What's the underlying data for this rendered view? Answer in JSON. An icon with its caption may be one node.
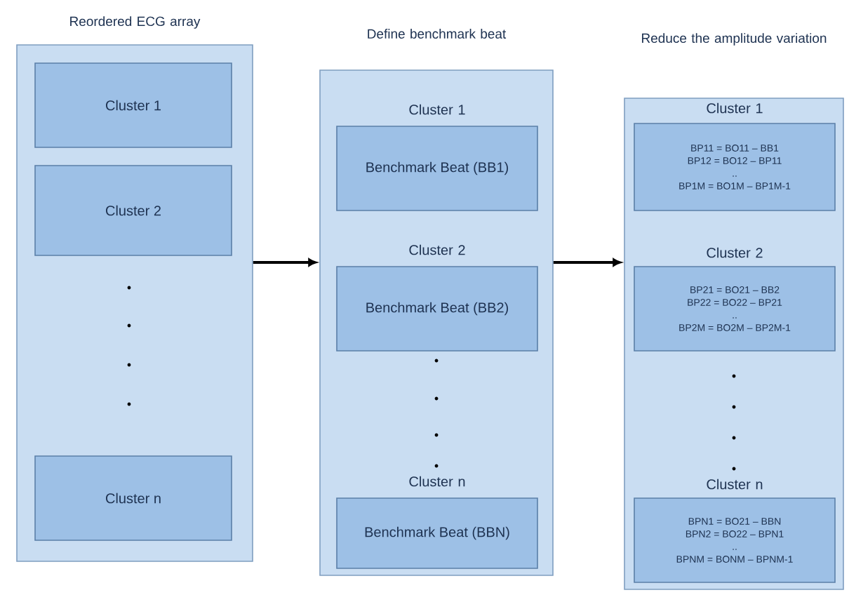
{
  "diagram": {
    "nodes": [
      {
        "text": [
          "Reordered ECG array"
        ]
      },
      {
        "text": [
          "Cluster 1"
        ],
        "in": 0
      },
      {
        "text": [
          "Cluster 2"
        ],
        "in": 0
      },
      {
        "text": [
          "Cluster n"
        ],
        "in": 0
      },
      {
        "text": [
          "Define benchmark beat"
        ]
      },
      {
        "text": [
          "Cluster 1",
          "Benchmark Beat (BB1)"
        ],
        "in": 4
      },
      {
        "text": [
          "Cluster 2",
          "Benchmark Beat (BB2)"
        ],
        "in": 4
      },
      {
        "text": [
          "Cluster n",
          "Benchmark Beat (BBN)"
        ],
        "in": 4
      },
      {
        "text": [
          "Reduce the amplitude variation"
        ]
      },
      {
        "text": [
          "Cluster 1",
          "BP11 = BO11 – BB1",
          "BP12 = BO12 – BP11",
          "..",
          "BP1M = BO1M – BP1M-1"
        ],
        "in": 8
      },
      {
        "text": [
          "Cluster 2",
          "BP21 = BO21 – BB2",
          "BP22 = BO22 – BP21",
          "..",
          "BP2M = BO2M – BP2M-1"
        ],
        "in": 8
      },
      {
        "text": [
          "Cluster n",
          "BPN1 = BO21 – BBN",
          "BPN2 = BO22 – BPN1",
          "..",
          "BPNM = BONM – BPNM-1"
        ],
        "in": 8
      }
    ],
    "edges": [
      {
        "from": 0,
        "to": 4,
        "arrow": "to"
      },
      {
        "from": 4,
        "to": 8,
        "arrow": "to"
      }
    ]
  }
}
